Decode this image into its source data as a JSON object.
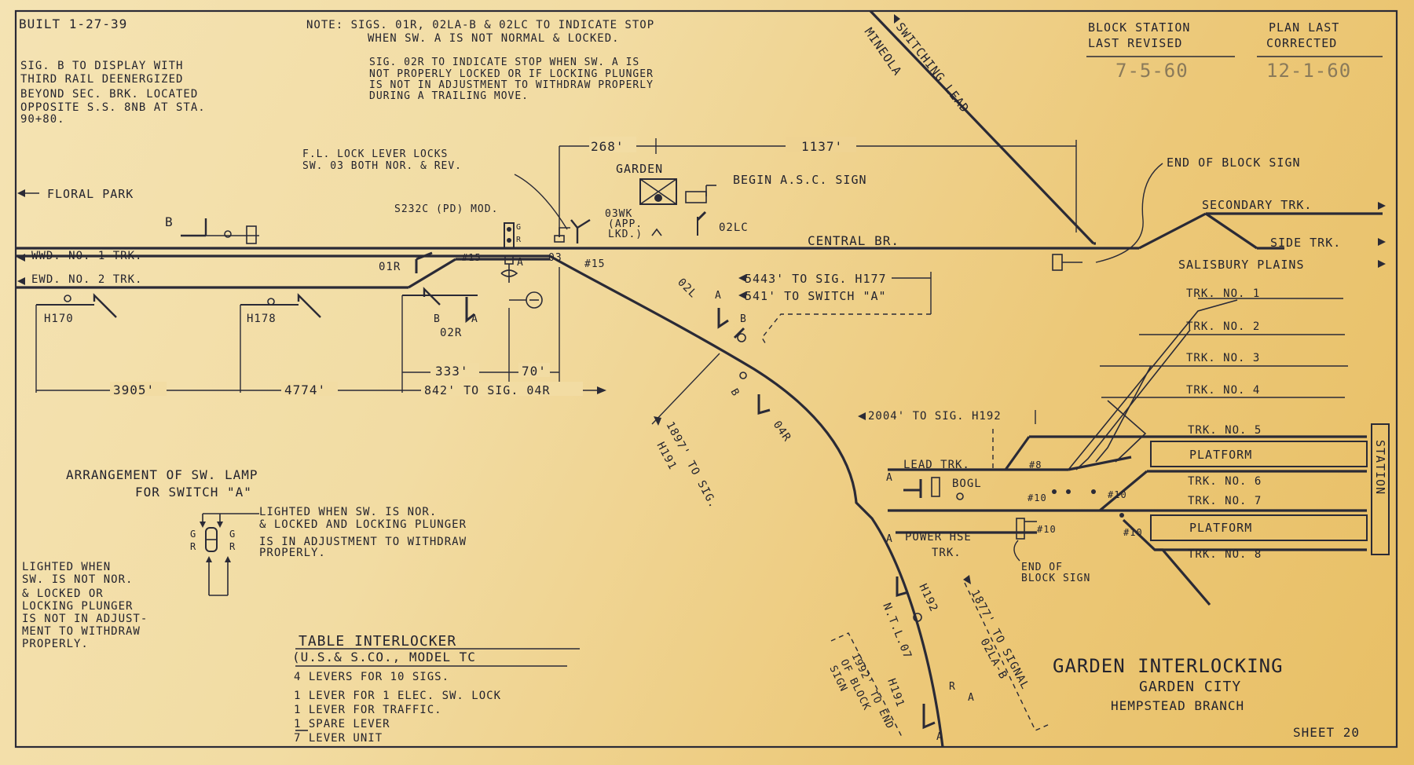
{
  "built": "BUILT 1-27-39",
  "header": {
    "block_station_label_1": "BLOCK STATION",
    "block_station_label_2": "LAST REVISED",
    "block_station_date": "7-5-60",
    "plan_label_1": "PLAN LAST",
    "plan_label_2": "CORRECTED",
    "plan_date": "12-1-60"
  },
  "notes": {
    "sig_b": [
      "SIG. B TO DISPLAY WITH",
      "THIRD RAIL DEENERGIZED",
      "BEYOND SEC. BRK. LOCATED",
      "OPPOSITE S.S. 8NB AT STA.",
      "90+80."
    ],
    "note_1": [
      "NOTE: SIGS. 01R, 02LA-B & 02LC TO INDICATE STOP",
      "WHEN SW. A IS NOT NORMAL & LOCKED."
    ],
    "note_2": [
      "SIG. 02R TO INDICATE STOP WHEN SW. A IS",
      "NOT PROPERLY LOCKED OR IF LOCKING PLUNGER",
      "IS NOT IN ADJUSTMENT TO WITHDRAW PROPERLY",
      "DURING A TRAILING MOVE."
    ],
    "fl_lock": [
      "F.L. LOCK LEVER LOCKS",
      "SW. 03 BOTH NOR. & REV."
    ]
  },
  "labels": {
    "floral_park": "FLORAL PARK",
    "wwd": "WWD. NO. 1 TRK.",
    "ewd": "EWD. NO. 2 TRK.",
    "central_br": "CENTRAL BR.",
    "garden": "GARDEN",
    "begin_asc": "BEGIN A.S.C. SIGN",
    "end_block_sign_top": "END OF BLOCK SIGN",
    "secondary_trk": "SECONDARY TRK.",
    "side_trk": "SIDE TRK.",
    "salisbury": "SALISBURY PLAINS",
    "mineola": "MINEOLA",
    "switching_lead": "SWITCHING LEAD",
    "s232c": "S232C (PD) MOD.",
    "sig_03wk": [
      "03WK",
      "(APP.",
      "LKD.)"
    ],
    "sig_02lc": "02LC",
    "sig_b": "B",
    "sig_01r": "01R",
    "sig_02r": "02R",
    "sig_02l": "02L",
    "sig_04r": "04R",
    "sig_h170": "H170",
    "sig_h178": "H178",
    "sig_03": "03",
    "sw_15a": "#15",
    "sw_15b": "#15",
    "sw_a_1": "A",
    "sw_a_2": "A",
    "lbl_b_1": "B",
    "lbl_b_2": "B",
    "lbl_b_3": "B",
    "lbl_a_1": "A",
    "lbl_a_2": "A",
    "lbl_g": "G",
    "lbl_r": "R",
    "tracks": [
      "TRK. NO. 1",
      "TRK. NO. 2",
      "TRK. NO. 3",
      "TRK. NO. 4",
      "TRK. NO. 5",
      "TRK. NO. 6",
      "TRK. NO. 7",
      "TRK. NO. 8"
    ],
    "platform_1": "PLATFORM",
    "platform_2": "PLATFORM",
    "station": "STATION",
    "lead_trk": "LEAD TRK.",
    "bogl": "BOGL",
    "power_hse": "POWER HSE",
    "power_trk": "TRK.",
    "sw_8": "#8",
    "sw_10a": "#10",
    "sw_10b": "#10",
    "sw_10c": "#10",
    "sw_10d": "#10",
    "end_block_sign_bottom": [
      "END OF",
      "BLOCK SIGN"
    ],
    "sig_h192": "H192",
    "sig_h191": "H191",
    "ntl07": "N.T.L.07",
    "lbl_r2": "R",
    "lbl_a3": "A",
    "lbl_a4": "A",
    "lbl_a5": "A",
    "lbl_a6": "A"
  },
  "dimensions": {
    "d268": "268'",
    "d1137": "1137'",
    "d5443": "5443' TO SIG. H177",
    "d541": "541' TO SWITCH \"A\"",
    "d333": "333'",
    "d70": "70'",
    "d3905": "3905'",
    "d4774": "4774'",
    "d842": "842' TO SIG. 04R",
    "d1897": "1897' TO SIG.",
    "d1897b": "H191",
    "d2004": "2004' TO SIG. H192",
    "d1877": "1877' TO SIGNAL",
    "d1877b": "02LA-B",
    "d1992": "1992' TO END",
    "d1992b": "OF BLOCK",
    "d1992c": "SIGN"
  },
  "switch_lamp": {
    "title_1": "ARRANGEMENT OF SW. LAMP",
    "title_2": "FOR SWITCH \"A\"",
    "lighted_nor": [
      "LIGHTED WHEN SW. IS NOR.",
      "& LOCKED AND LOCKING PLUNGER",
      "IS IN ADJUSTMENT TO WITHDRAW",
      "PROPERLY."
    ],
    "lighted_not": [
      "LIGHTED WHEN",
      "SW. IS NOT NOR.",
      "& LOCKED OR",
      "LOCKING PLUNGER",
      "IS NOT IN ADJUST-",
      "MENT TO WITHDRAW",
      "PROPERLY."
    ]
  },
  "table_interlocker": {
    "title_1": "TABLE INTERLOCKER",
    "title_2": "(U.S.& S.CO., MODEL TC",
    "lines": [
      "4 LEVERS FOR 10 SIGS.",
      "1 LEVER  FOR 1 ELEC. SW. LOCK",
      "1 LEVER FOR TRAFFIC.",
      "1 SPARE LEVER",
      "7 LEVER UNIT"
    ]
  },
  "title_block": {
    "title": "GARDEN INTERLOCKING",
    "subtitle": "GARDEN CITY",
    "branch": "HEMPSTEAD BRANCH",
    "sheet": "SHEET 20"
  }
}
